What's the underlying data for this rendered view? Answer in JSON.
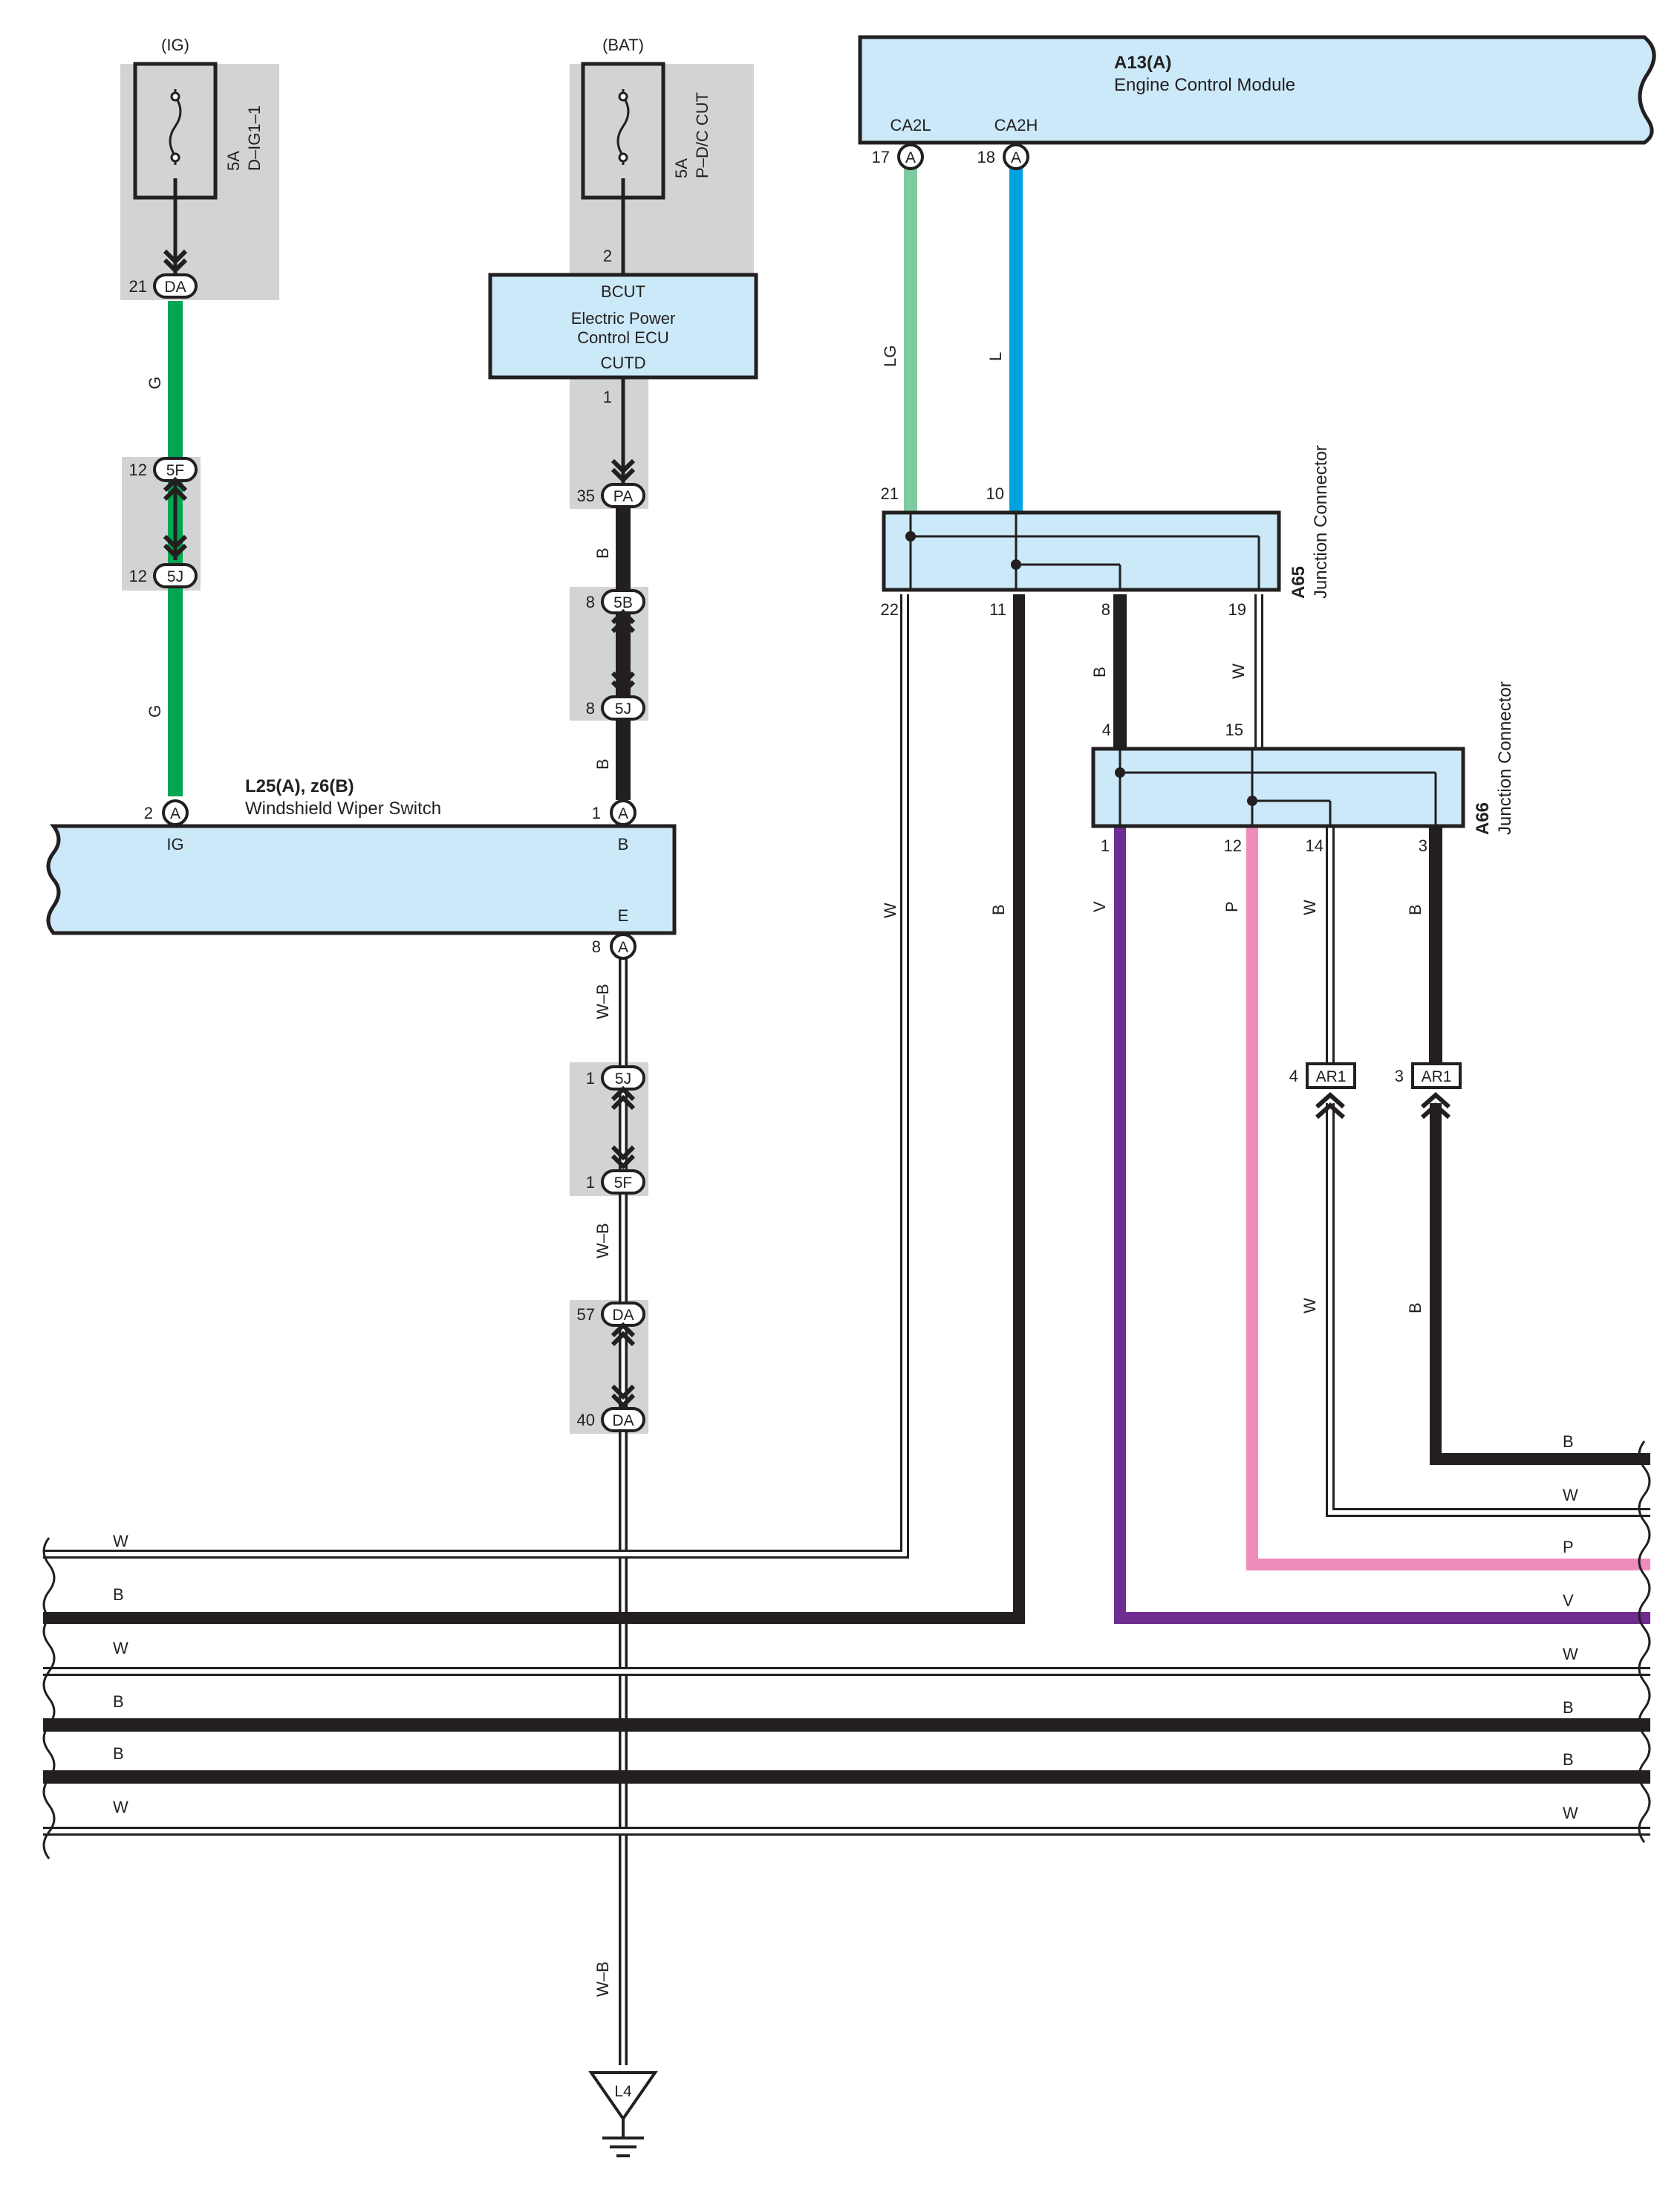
{
  "colors": {
    "background": "#ffffff",
    "component_fill": "#cbe9f8",
    "shading": "#d1d3d4",
    "wire_G": "#00a651",
    "wire_LG": "#7fcba0",
    "wire_L": "#00a3e0",
    "wire_B": "#231f20",
    "wire_W": "#ffffff",
    "wire_V": "#6f2c91",
    "wire_P": "#f08cbc",
    "wire_WB": "#ffffff",
    "outline": "#231f20"
  },
  "power_sources": [
    {
      "name": "(IG)",
      "fuse_amp": "5A",
      "fuse_name": "D–IG1–1"
    },
    {
      "name": "(BAT)",
      "fuse_amp": "5A",
      "fuse_name": "P–D/C CUT"
    }
  ],
  "components": {
    "ecu_power": {
      "line1": "Electric Power",
      "line2": "Control ECU",
      "pin_top_label": "BCUT",
      "pin_bottom_label": "CUTD",
      "pin_top_num": "2",
      "pin_bottom_num": "1"
    },
    "ecm": {
      "code": "A13(A)",
      "name": "Engine Control Module",
      "pin1_label": "CA2L",
      "pin2_label": "CA2H",
      "pin1_num": "17",
      "pin2_num": "18",
      "connector": "A"
    },
    "a65": {
      "code": "A65",
      "name": "Junction Connector",
      "pins": [
        "21",
        "10",
        "22",
        "11",
        "8",
        "19"
      ]
    },
    "a66": {
      "code": "A66",
      "name": "Junction Connector",
      "pins": [
        "4",
        "15",
        "1",
        "12",
        "14",
        "3"
      ]
    },
    "wiper_switch": {
      "code": "L25(A), z6(B)",
      "name": "Windshield Wiper Switch",
      "pin_ig_label": "IG",
      "pin_b_label": "B",
      "pin_e_label": "E",
      "pin_ig_num": "2",
      "pin_b_num": "1",
      "pin_e_num": "8",
      "connector": "A"
    },
    "ground": {
      "code": "L4"
    }
  },
  "connectors": [
    {
      "tag": "DA",
      "pin": "21"
    },
    {
      "tag": "5F",
      "pin": "12"
    },
    {
      "tag": "5J",
      "pin": "12"
    },
    {
      "tag": "PA",
      "pin": "35"
    },
    {
      "tag": "5B",
      "pin": "8"
    },
    {
      "tag": "5J",
      "pin": "8"
    },
    {
      "tag": "5J",
      "pin": "1"
    },
    {
      "tag": "5F",
      "pin": "1"
    },
    {
      "tag": "DA",
      "pin": "57"
    },
    {
      "tag": "DA",
      "pin": "40"
    },
    {
      "tag": "AR1",
      "pin": "4"
    },
    {
      "tag": "AR1",
      "pin": "3"
    }
  ],
  "wire_labels": {
    "g1": "G",
    "g2": "G",
    "b_bat1": "B",
    "b_bat2": "B",
    "lg": "LG",
    "l": "L",
    "a65_w": "W",
    "a65_b": "B",
    "a65_b8": "B",
    "a65_w19": "W",
    "a66_v": "V",
    "a66_p": "P",
    "a66_w": "W",
    "a66_b": "B",
    "ar1_w": "W",
    "ar1_b": "B",
    "wb1": "W–B",
    "wb2": "W–B",
    "wb3": "W–B"
  },
  "bus_left": [
    "W",
    "B",
    "W",
    "B",
    "B",
    "W"
  ],
  "bus_right": [
    "B",
    "W",
    "P",
    "V",
    "W",
    "B",
    "B",
    "W"
  ]
}
